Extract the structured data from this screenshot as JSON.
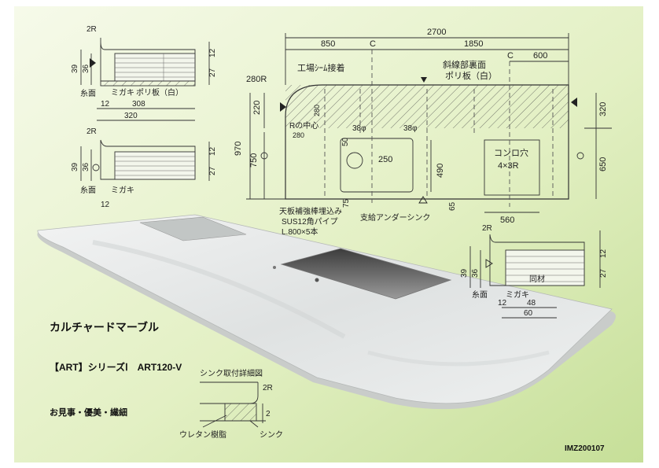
{
  "product": {
    "title": "カルチャードマーブル",
    "series": "【ART】シリーズⅠ　ART120-V",
    "tagline": "お見事・優美・繊細",
    "code": "IMZ200107"
  },
  "plan": {
    "dims": {
      "total_width": "2700",
      "left_width": "850",
      "right_width": "1850",
      "right_offset": "600",
      "depth_total": "970",
      "depth_main": "750",
      "depth_back": "220",
      "depth_right": "650",
      "depth_back_right": "320",
      "corner_radius": "280R",
      "sink_width": "250",
      "sink_height": "490",
      "sink_offset": "50",
      "sink_bottom": "75",
      "hole_left": "38φ",
      "hole_right": "38φ",
      "stove_width": "560",
      "stove_bottom": "65",
      "r_center_offset": "280",
      "r_center_vertical": "280"
    },
    "labels": {
      "center_left": "C",
      "center_right": "C",
      "factory_joint": "工場ｼｰﾑ接着",
      "hatched_back": "斜線部裏面",
      "poly_board": "ポリ板（白）",
      "r_center": "Rの中心",
      "stove_hole": "コンロ穴",
      "stove_spec": "4×3R",
      "reinforce_1": "天板補強棒埋込み",
      "reinforce_2": "SUS12角パイプ",
      "reinforce_3": "L.800×5本",
      "sink_label": "支給アンダーシンク"
    }
  },
  "section_a": {
    "radius": "2R",
    "h1": "39",
    "h2": "36",
    "h3": "12",
    "h4": "27",
    "w1": "12",
    "w2": "308",
    "w3": "320",
    "label_itoumen": "糸面",
    "label_migaki": "ミガキ",
    "label_poly": "ポリ板（白）"
  },
  "section_b": {
    "radius": "2R",
    "h1": "39",
    "h2": "36",
    "h3": "12",
    "h4": "27",
    "w1": "12",
    "label_itoumen": "糸面",
    "label_migaki": "ミガキ"
  },
  "section_c": {
    "radius": "2R",
    "h1": "39",
    "h2": "36",
    "h3": "12",
    "h4": "27",
    "w1": "12",
    "w2": "48",
    "w3": "60",
    "label_itoumen": "糸面",
    "label_migaki": "ミガキ",
    "label_same": "同材"
  },
  "sink_detail": {
    "title": "シンク取付詳細図",
    "radius": "2R",
    "gap": "2",
    "label_urethane": "ウレタン樹脂",
    "label_sink": "シンク"
  },
  "colors": {
    "bg_light": "#f4f9e6",
    "bg_green": "#c8e29a",
    "line": "#333333",
    "marble": "#e4e6e6"
  }
}
